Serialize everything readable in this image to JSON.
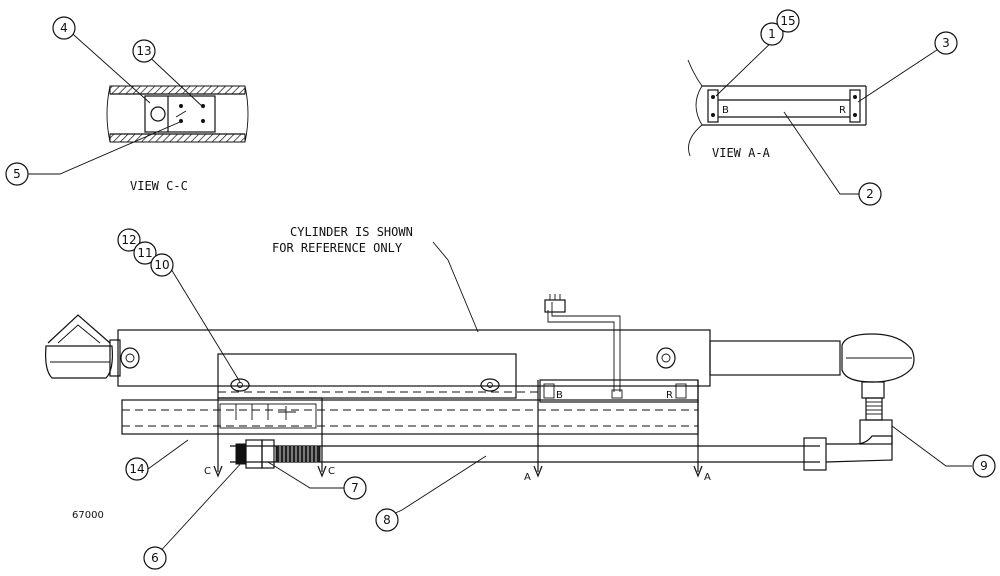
{
  "drawing": {
    "view_cc_label": "VIEW C-C",
    "view_aa_label": "VIEW A-A",
    "note_line1": "CYLINDER IS SHOWN",
    "note_line2": "FOR REFERENCE ONLY",
    "drawing_number": "67000",
    "section_letters": {
      "c": "C",
      "a": "A",
      "b": "B",
      "r": "R"
    }
  },
  "callouts": [
    "1",
    "2",
    "3",
    "4",
    "5",
    "6",
    "7",
    "8",
    "9",
    "10",
    "11",
    "12",
    "13",
    "14",
    "15"
  ]
}
